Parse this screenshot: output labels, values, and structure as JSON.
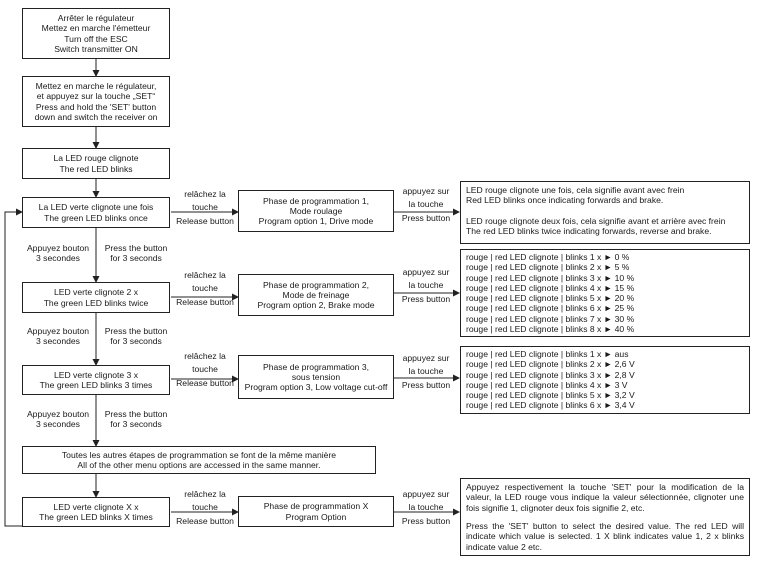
{
  "start_box": [
    "Arrêter le régulateur",
    "Mettez en marche l'émetteur",
    "Turn off the ESC",
    "Switch transmitter ON"
  ],
  "set_box": [
    "Mettez en marche le régulateur,",
    "et appuyez sur la touche „SET“",
    "Press and hold the 'SET' button",
    "down  and switch the receiver on"
  ],
  "red_led_box": [
    "La LED rouge clignote",
    "The red LED blinks"
  ],
  "stages": [
    {
      "led": [
        "La LED verte clignote une fois",
        "The green LED blinks once"
      ],
      "release": [
        "relâchez la",
        "touche",
        "Release button"
      ],
      "phase": [
        "Phase de programmation 1,",
        "Mode roulage",
        "Program option 1, Drive mode"
      ],
      "press": [
        "appuyez sur",
        "la touche",
        "Press button"
      ]
    },
    {
      "led": [
        "LED verte clignote 2 x",
        "The green LED blinks twice"
      ],
      "release": [
        "relâchez la",
        "touche",
        "Release button"
      ],
      "phase": [
        "Phase de programmation 2,",
        "Mode de freinage",
        "Program option 2, Brake mode"
      ],
      "press": [
        "appuyez sur",
        "la touche",
        "Press button"
      ]
    },
    {
      "led": [
        "LED verte clignote 3 x",
        "The green LED blinks 3 times"
      ],
      "release": [
        "relâchez la",
        "touche",
        "Release button"
      ],
      "phase": [
        "Phase de programmation 3,",
        "sous tension",
        "Program option 3, Low voltage cut-off"
      ],
      "press": [
        "appuyez sur",
        "la touche",
        "Press button"
      ]
    },
    {
      "led": [
        "LED verte clignote X x",
        "The green LED blinks X times"
      ],
      "release": [
        "relâchez la",
        "touche",
        "Release button"
      ],
      "phase": [
        "Phase de programmation X",
        "Program Option"
      ],
      "press": [
        "appuyez sur",
        "la touche",
        "Press button"
      ]
    }
  ],
  "hold_labels": {
    "fr": [
      "Appuyez bouton",
      "3 secondes"
    ],
    "en": [
      "Press the button",
      "for 3 seconds"
    ]
  },
  "result_1": [
    "LED rouge clignote une fois, cela signifie avant avec frein",
    "Red LED blinks once indicating forwards and brake.",
    "LED rouge clignote deux fois, cela signifie avant et arrière avec frein",
    "The red LED blinks twice indicating forwards, reverse and brake."
  ],
  "result_2": [
    "rouge | red LED clignote | blinks 1 x ► 0 %",
    "rouge | red LED clignote | blinks 2 x ► 5 %",
    "rouge | red LED clignote | blinks 3 x ► 10 %",
    "rouge | red LED clignote | blinks 4 x ► 15 %",
    "rouge | red LED clignote | blinks 5 x ► 20 %",
    "rouge | red LED clignote | blinks 6 x ► 25 %",
    "rouge | red LED clignote | blinks 7 x ► 30 %",
    "rouge | red LED clignote | blinks 8 x ► 40 %"
  ],
  "result_3": [
    "rouge | red LED clignote | blinks 1 x ► aus",
    "rouge | red LED clignote | blinks 2 x ► 2,6 V",
    "rouge | red LED clignote | blinks 3 x ► 2,8 V",
    "rouge | red LED clignote | blinks 4 x ► 3 V",
    "rouge | red LED clignote | blinks 5 x ► 3,2 V",
    "rouge | red LED clignote | blinks 6 x ► 3,4 V"
  ],
  "all_other_box": [
    "Toutes les autres étapes de programmation se font de la même manière",
    "All of the other menu options are accessed in the same manner."
  ],
  "result_x": [
    "Appuyez respectivement la touche 'SET' pour la modification de la valeur, la LED rouge vous indique la valeur sélectionnée, clignoter une fois signifie 1, clignoter deux fois signifie 2, etc.",
    "Press the 'SET' button to select the desired value. The red LED will indicate which value is selected. 1 X blink indicates value 1, 2 x blinks indicate value 2 etc."
  ]
}
